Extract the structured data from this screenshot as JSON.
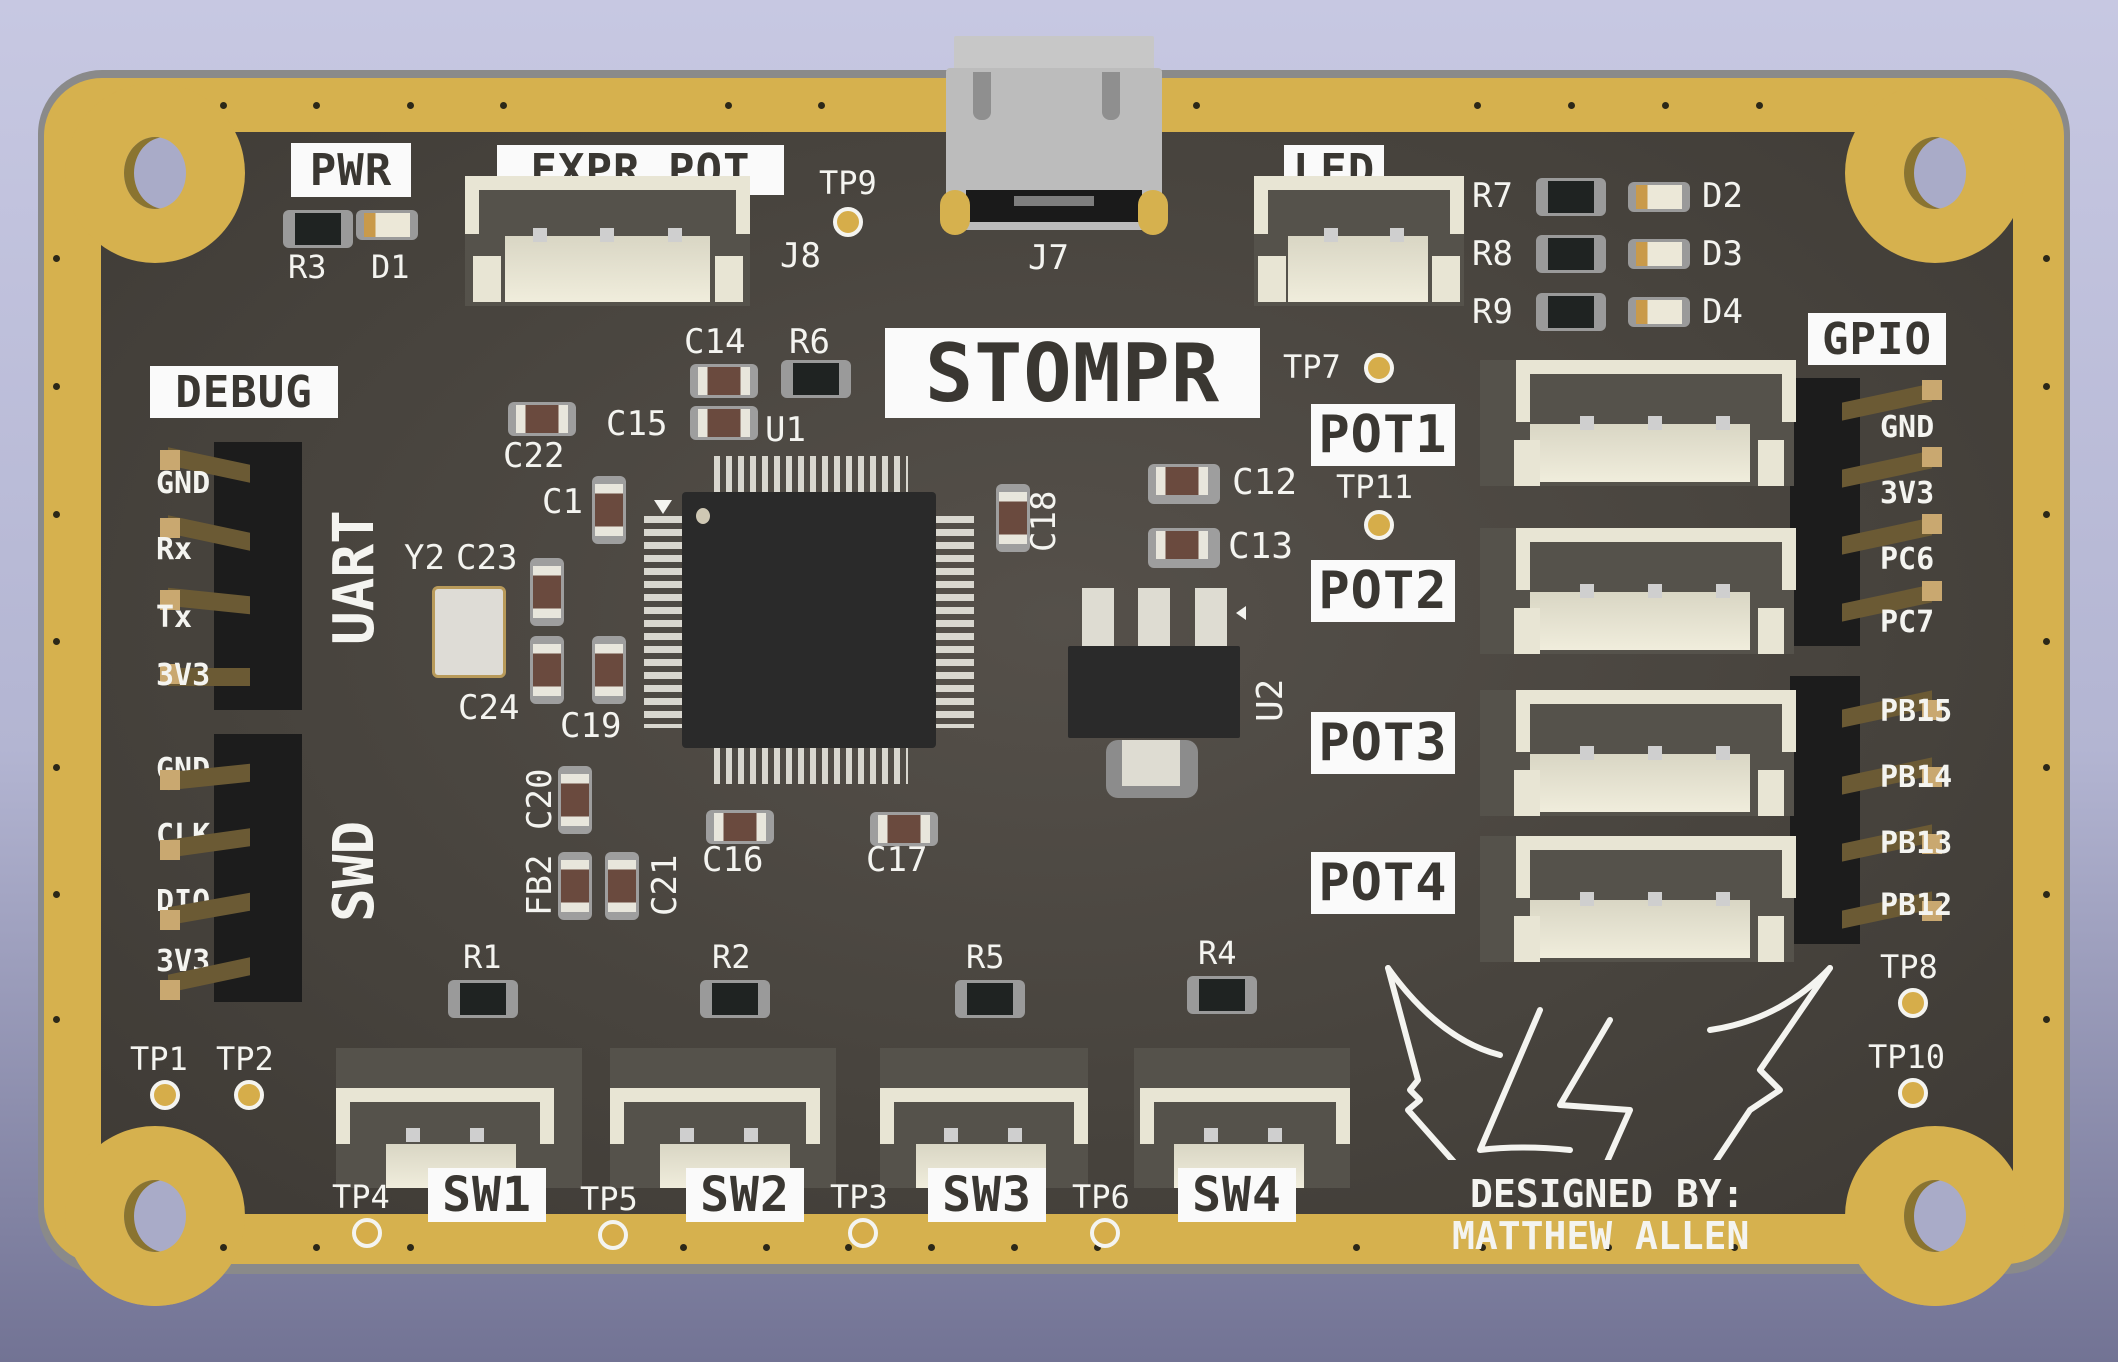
{
  "viewer": {
    "type": "3D PCB render",
    "background_top": "#c7c8e2",
    "background_bottom": "#727394"
  },
  "board": {
    "title": "STOMPR",
    "credit_line1": "DESIGNED BY:",
    "credit_line2": "MATTHEW ALLEN",
    "colors": {
      "soldermask": "#49453f",
      "copper_border": "#d6b14e",
      "edge": "#8a8a8a",
      "silkscreen": "#f4f4f0"
    }
  },
  "section_labels": {
    "pwr": "PWR",
    "expr_pot": "EXPR POT",
    "led": "LED",
    "debug": "DEBUG",
    "gpio": "GPIO",
    "uart": "UART",
    "swd": "SWD",
    "pot1": "POT1",
    "pot2": "POT2",
    "pot3": "POT3",
    "pot4": "POT4",
    "sw1": "SW1",
    "sw2": "SW2",
    "sw3": "SW3",
    "sw4": "SW4"
  },
  "refdes": {
    "R1": "R1",
    "R2": "R2",
    "R3": "R3",
    "R4": "R4",
    "R5": "R5",
    "R6": "R6",
    "R7": "R7",
    "R8": "R8",
    "R9": "R9",
    "D1": "D1",
    "D2": "D2",
    "D3": "D3",
    "D4": "D4",
    "C1": "C1",
    "C12": "C12",
    "C13": "C13",
    "C14": "C14",
    "C15": "C15",
    "C16": "C16",
    "C17": "C17",
    "C18": "C18",
    "C19": "C19",
    "C20": "C20",
    "C21": "C21",
    "C22": "C22",
    "C23": "C23",
    "C24": "C24",
    "FB2": "FB2",
    "Y2": "Y2",
    "U1": "U1",
    "U2": "U2",
    "J7": "J7",
    "J8": "J8",
    "TP1": "TP1",
    "TP2": "TP2",
    "TP3": "TP3",
    "TP4": "TP4",
    "TP5": "TP5",
    "TP6": "TP6",
    "TP7": "TP7",
    "TP8": "TP8",
    "TP9": "TP9",
    "TP10": "TP10",
    "TP11": "TP11"
  },
  "uart_pins": [
    "GND",
    "Rx",
    "Tx",
    "3V3"
  ],
  "swd_pins": [
    "GND",
    "CLK",
    "DIO",
    "3V3"
  ],
  "gpio_pins_top": [
    "GND",
    "3V3",
    "PC6",
    "PC7"
  ],
  "gpio_pins_bottom": [
    "PB15",
    "PB14",
    "PB13",
    "PB12"
  ],
  "logo": {
    "icon": "lightning-wings-logo-icon"
  }
}
